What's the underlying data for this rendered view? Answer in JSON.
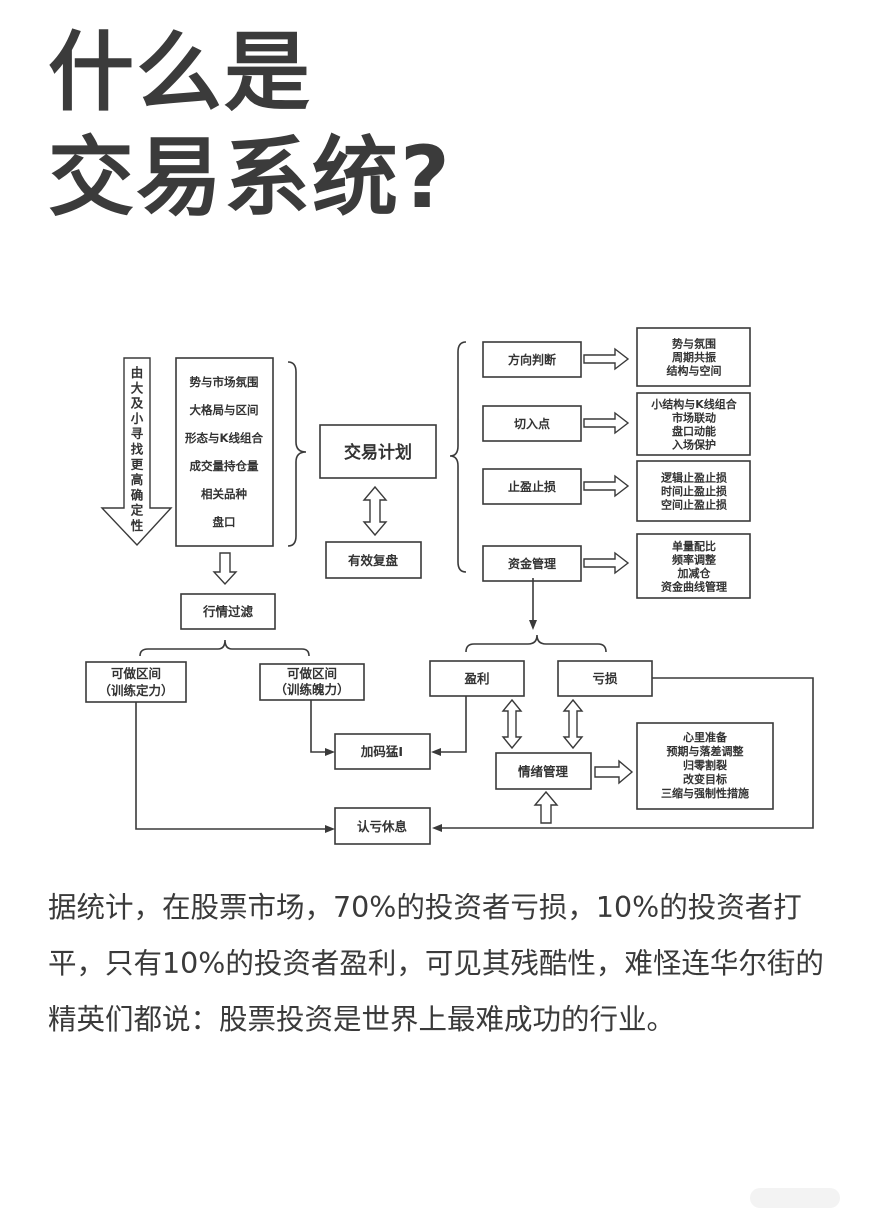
{
  "title": {
    "line1": "什么是",
    "line2": "交易系统?"
  },
  "diagram": {
    "vertical_arrow_label": [
      "由",
      "大",
      "及",
      "小",
      "寻",
      "找",
      "更",
      "高",
      "确",
      "定",
      "性"
    ],
    "analysis_factors": [
      "势与市场氛围",
      "大格局与区间",
      "形态与K线组合",
      "成交量持仓量",
      "相关品种",
      "盘口"
    ],
    "trading_plan": "交易计划",
    "effective_review": "有效复盘",
    "market_filter": "行情过滤",
    "zone_left": [
      "可做区间",
      "（训练定力）"
    ],
    "zone_right": [
      "可做区间",
      "（训练魄力）"
    ],
    "add_position": "加码猛I",
    "accept_loss_rest": "认亏休息",
    "plan_items": [
      {
        "label": "方向判断",
        "details": [
          "势与氛围",
          "周期共振",
          "结构与空间"
        ]
      },
      {
        "label": "切入点",
        "details": [
          "小结构与K线组合",
          "市场联动",
          "盘口动能",
          "入场保护"
        ]
      },
      {
        "label": "止盈止损",
        "details": [
          "逻辑止盈止损",
          "时间止盈止损",
          "空间止盈止损"
        ]
      },
      {
        "label": "资金管理",
        "details": [
          "单量配比",
          "频率调整",
          "加减仓",
          "资金曲线管理"
        ]
      }
    ],
    "profit": "盈利",
    "loss": "亏损",
    "emotion_management": "情绪管理",
    "emotion_details": [
      "心里准备",
      "预期与落差调整",
      "归零割裂",
      "改变目标",
      "三缩与强制性措施"
    ]
  },
  "paragraph": "据统计，在股票市场，70%的投资者亏损，10%的投资者打平，只有10%的投资者盈利，可见其残酷性，难怪连华尔街的精英们都说：股票投资是世界上最难成功的行业。"
}
